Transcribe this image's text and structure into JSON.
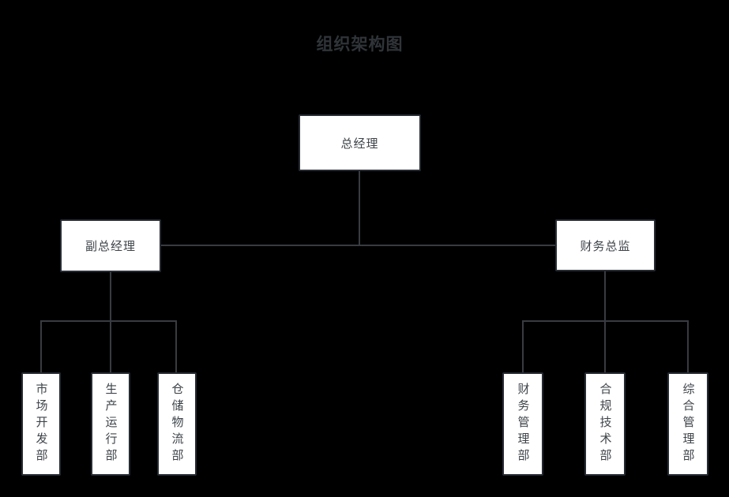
{
  "title": "组织架构图",
  "org": {
    "root": {
      "label": "总经理"
    },
    "managers": [
      {
        "label": "副总经理"
      },
      {
        "label": "财务总监"
      }
    ],
    "left_departments": [
      {
        "label": "市场开发部"
      },
      {
        "label": "生产运行部"
      },
      {
        "label": "仓储物流部"
      }
    ],
    "right_departments": [
      {
        "label": "财务管理部"
      },
      {
        "label": "合规技术部"
      },
      {
        "label": "综合管理部"
      }
    ]
  },
  "colors": {
    "background": "#000000",
    "node_fill": "#ffffff",
    "node_border": "#262b33",
    "connector": "#383b40",
    "node_text": "#3f444a",
    "title_text": "#303439"
  }
}
